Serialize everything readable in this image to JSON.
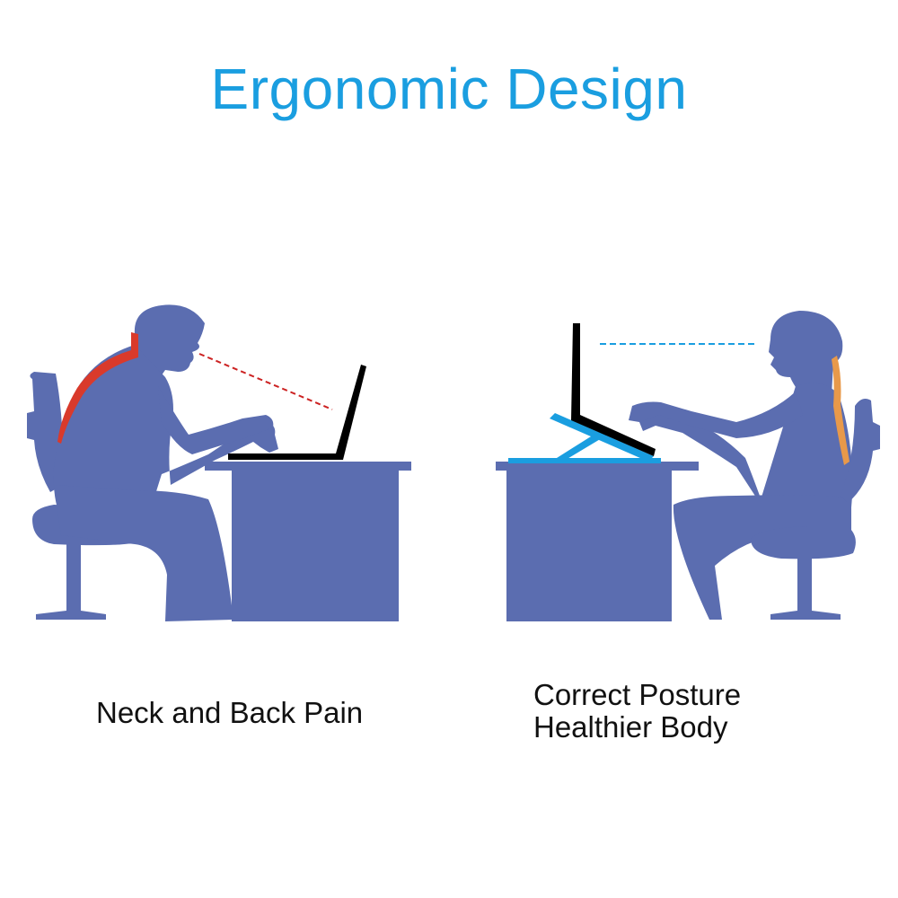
{
  "title": "Ergonomic Design",
  "colors": {
    "title": "#1a9ee0",
    "figure": "#5b6db0",
    "pain_highlight": "#d93a2b",
    "healthy_highlight": "#e8994a",
    "stand": "#1a9ee0",
    "laptop": "#000000",
    "bad_sightline": "#cc2222",
    "good_sightline": "#1a9ee0"
  },
  "left_scene": {
    "caption": "Neck and Back Pain"
  },
  "right_scene": {
    "caption_lines": [
      "Correct Posture",
      "Healthier Body"
    ]
  }
}
